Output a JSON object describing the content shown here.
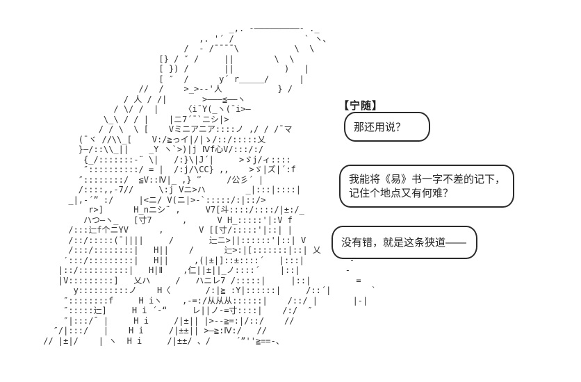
{
  "scene": {
    "background_color": "#ffffff",
    "ink_color": "#2e2e2e",
    "speaker_label": "【宁随】",
    "bubbles": [
      {
        "lines": [
          "那还用说？"
        ]
      },
      {
        "lines": [
          "我能将《易》书一字不差的记下，",
          "记住个地点又有何难？"
        ]
      },
      {
        "lines": [
          "没有错，就是这条狭道――"
        ]
      }
    ],
    "ascii_art_lines": [
      "                                      _,. -—————————- ._",
      "                                ,. '´ /              ` ヽ、",
      "                             /  ‐ /¯¯¯¯\\           \\  \\",
      "                        [} / ″ /     ||        \\  \\",
      "                        [ }) /       ||          )   |",
      "                        [ ″  /      y´ r＿＿＿/      |",
      "                    //  /    >_>--'人           } /",
      "                 / 人 / /|       >———≦——ヽ",
      "               / \\/ /  |     〈i¯Y(_ヽ(¯i>—",
      "             \\_\\ / / |    |ニ7´¯`ニシ|>",
      "            / / \\  \\ [    Vミニアニア::::ノ ,/ / /¯マ",
      "        (¯ヾ //\\\\_[    V:/≧っイ|/|ゝ/::/:::::乂",
      "        }—/::\\\\_||    _Y ヽ`>)|j Ⅳf心V/:::/:/",
      "         {_/:::::::-¨ \\|   /:}\\|J´|     >ゞj/ィ::::",
      "         ″::::::::::/ = |  /:j/\\CC} ,,    >ゞ|ズ|´:f",
      "        ″::::::::/  ≦V::Ⅳ|_ ,} ‴     /公彡´ |",
      "        /::::,,-7//     \\:j Vニ>ハ        _|:::|::::|",
      "      _|,-´” :/     |<ニ/ V(ニ|>-`:::::/:|::/>",
      "          r>]      H_nニシ¨ ,     V7[斗::::/::::/|±:/_",
      "         ハつ—ヽ_   [寸7      ,      V H_:::::'|:V f",
      "      /:::辷f个ニYV      ,       V [[寸/:::::'|::| |",
      "      /::/:::::(¯||||     /       辷ニ>||::::::'|::| V",
      "      /:::/::::::::|   H||    /      辷>:|[:::::::|::| 乂",
      "     ′:::/:::::::::|   H||     ,(|±|]::±::::´   |:::|         ‐",
      "    |::/::::::::::|   H|Ⅱ    ,仁||±||_ノ::::´    |::|         ‐",
      "    |V:::::::::]   乂ハ     /   ハニレ7 /:::::|     |::|         =",
      "       y::::::::::ノ    H〈       /:|≧ :Y|::::::|     /::´|        `",
      "     ″::::::::f     H iヽ    ,-=:/从从从::::::|    /::/ |       |-|",
      "     ″:::::辷]     H i ´-“     レ||ノ-=寸::::|    /:/  ″",
      "     ″|:::/¯ |     H i     /|±|| |>--≧=:|/::/    //",
      "   ″/|:::/   |    H i     /|±±|| >—≧:Ⅳ:/   //",
      " // |±|/    | ヽ  H i     /|±±/ 、/     ´”''≧==-、"
    ]
  }
}
